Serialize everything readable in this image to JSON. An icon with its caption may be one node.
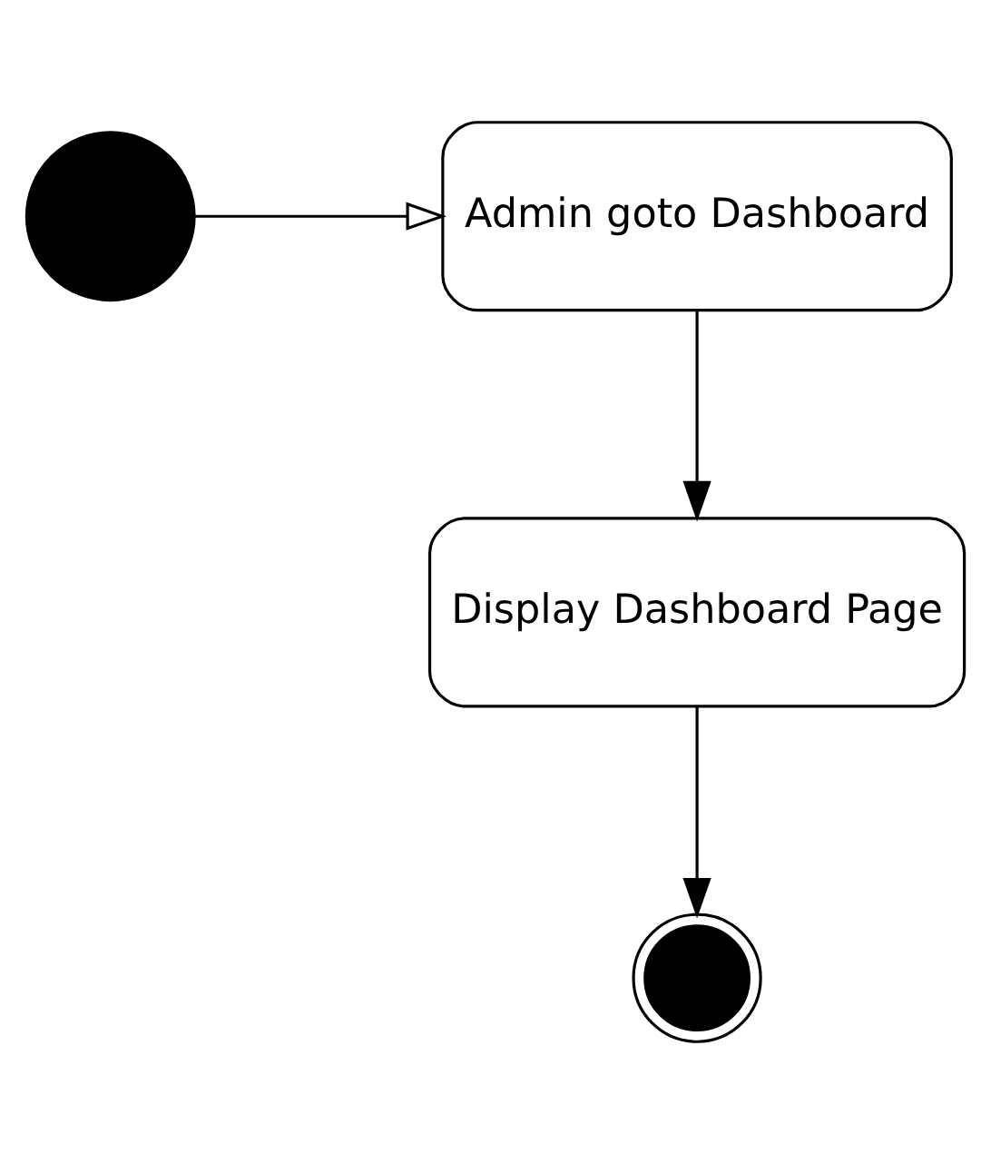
{
  "diagram": {
    "nodes": [
      {
        "text": [],
        "shape": "circle"
      },
      {
        "text": [
          "Admin goto Dashboard"
        ]
      },
      {
        "text": [
          "Display Dashboard Page"
        ]
      },
      {
        "text": [],
        "shape": "bullseye"
      }
    ],
    "edges": [
      {
        "from": 0,
        "to": 1,
        "arrow": "to"
      },
      {
        "from": 1,
        "to": 2,
        "arrow": "to"
      },
      {
        "from": 2,
        "to": 3,
        "arrow": "to"
      }
    ]
  }
}
